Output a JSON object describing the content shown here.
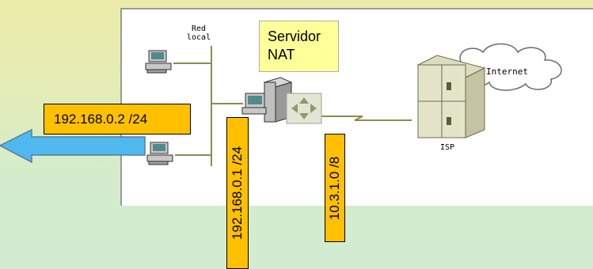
{
  "caption": {
    "text": ""
  },
  "labels": {
    "red_local_line1": "Red",
    "red_local_line2": "local",
    "servidor_line1": "Servidor",
    "servidor_line2": "NAT",
    "internet": "Internet",
    "isp": "ISP",
    "host_ip": "192.168.0.2 /24",
    "lan_ip": "192.168.0.1 /24",
    "wan_ip": "10.3.1.0 /8"
  },
  "colors": {
    "label_fill": "#ffc000",
    "nat_box_fill": "#ffff99",
    "arrow_fill": "#4fb8ee",
    "line_color": "#8c8c4c"
  },
  "icons": [
    "pc-icon",
    "nat-server-icon",
    "router-icon",
    "isp-server-icon",
    "cloud-icon",
    "arrow-left-icon"
  ]
}
